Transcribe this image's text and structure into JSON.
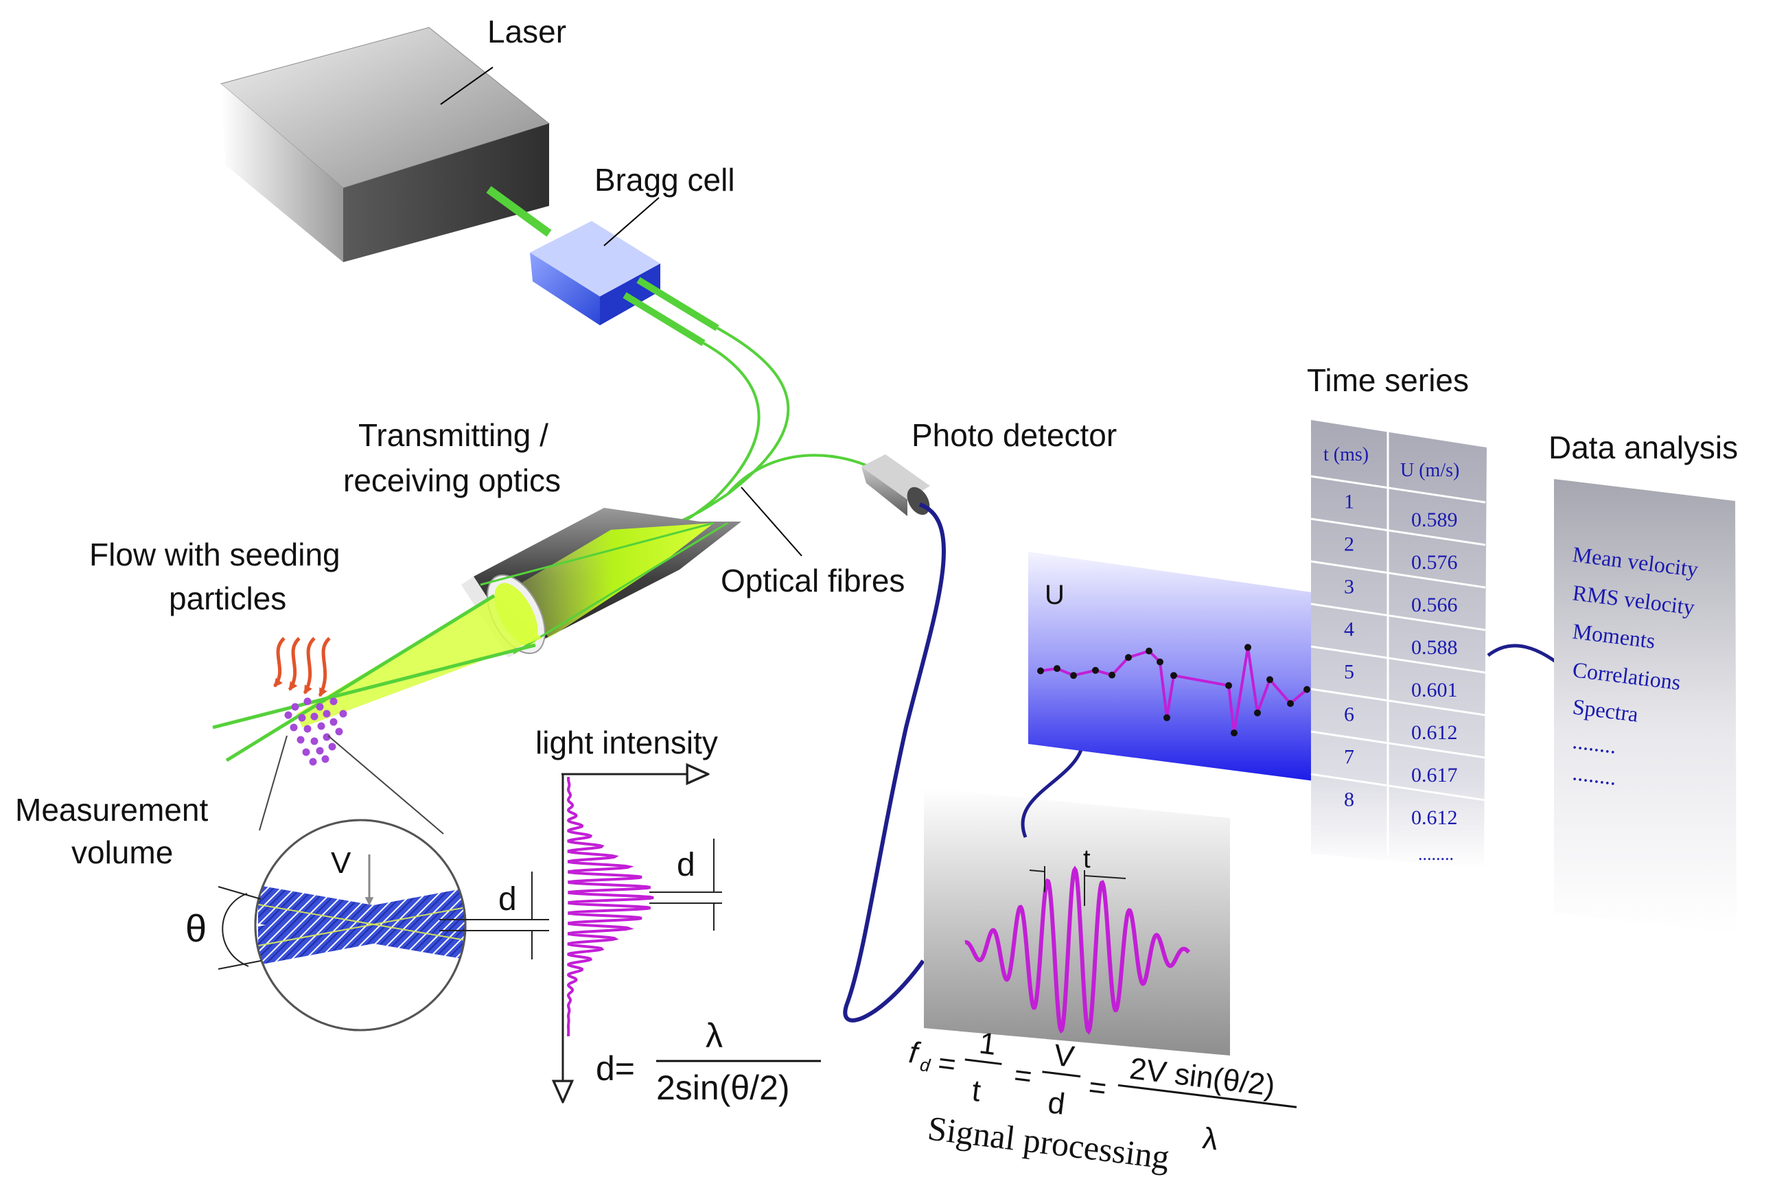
{
  "labels": {
    "laser": "Laser",
    "bragg_cell": "Bragg cell",
    "optics_line1": "Transmitting /",
    "optics_line2": "receiving optics",
    "flow_line1": "Flow with seeding",
    "flow_line2": "particles",
    "photo_detector": "Photo detector",
    "optical_fibres": "Optical fibres",
    "time_series": "Time series",
    "data_analysis": "Data analysis",
    "measurement_line1": "Measurement",
    "measurement_line2": "volume",
    "light_intensity": "light intensity",
    "theta": "θ",
    "v": "V",
    "d_left": "d",
    "d_right": "d",
    "u_axis": "U",
    "t_mark": "t",
    "signal_processing": "Signal processing"
  },
  "formula_d": {
    "lhs": "d=",
    "numerator": "λ",
    "denominator": "2sin(θ/2)"
  },
  "formula_fd": {
    "f": "f",
    "sub": "d",
    "eq1": "=",
    "one": "1",
    "t": "t",
    "eq2": "=",
    "v": "V",
    "d": "d",
    "eq3": "=",
    "num": "2V sin(θ/2)",
    "lambda": "λ"
  },
  "time_series_table": {
    "headers": [
      "t (ms)",
      "U (m/s)"
    ],
    "rows": [
      {
        "t": "1",
        "u": "0.589"
      },
      {
        "t": "2",
        "u": "0.576"
      },
      {
        "t": "3",
        "u": "0.566"
      },
      {
        "t": "4",
        "u": "0.588"
      },
      {
        "t": "5",
        "u": "0.601"
      },
      {
        "t": "6",
        "u": "0.612"
      },
      {
        "t": "7",
        "u": "0.617"
      },
      {
        "t": "8",
        "u": "0.612"
      }
    ],
    "more": "........"
  },
  "analysis_items": [
    "Mean velocity",
    "RMS velocity",
    "Moments",
    "Correlations",
    "Spectra",
    "........",
    "........"
  ],
  "colors": {
    "beam": "#55d13a",
    "fibre_blue": "#1e1e8c",
    "bragg": "#4a66ee",
    "signal": "#c21fd6",
    "particles": "#a44ad8",
    "arrows_orange": "#e2542a"
  }
}
